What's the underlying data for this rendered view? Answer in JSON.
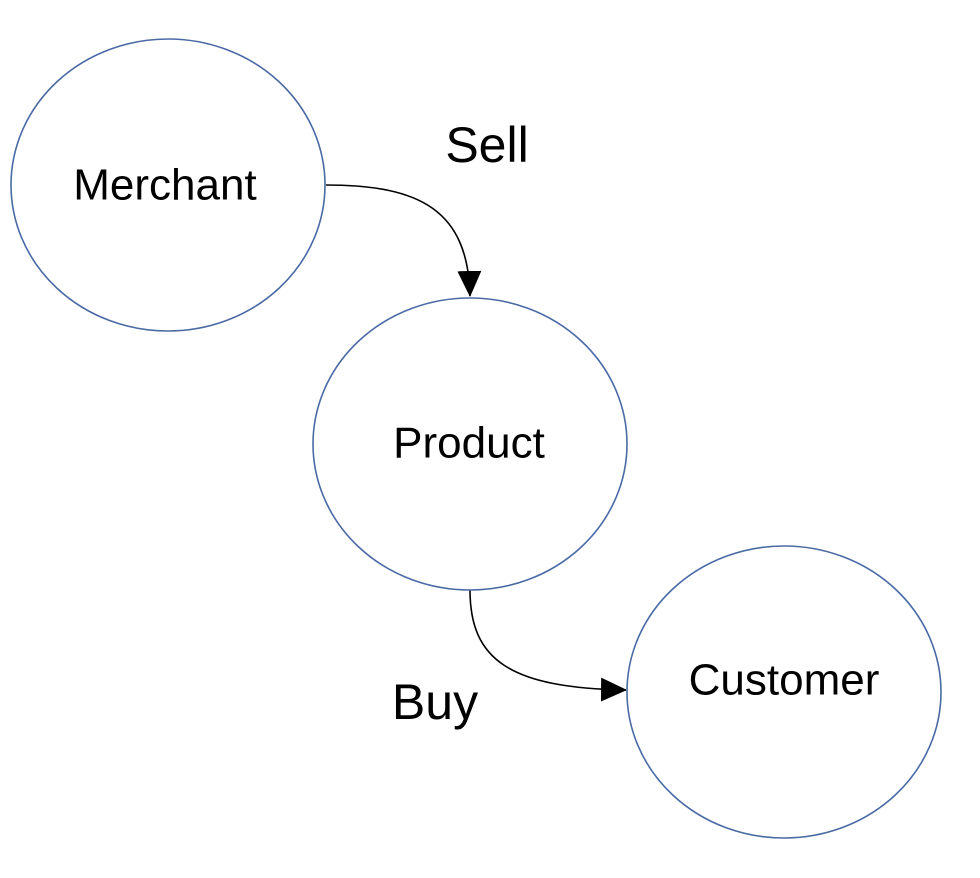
{
  "nodes": {
    "merchant": {
      "label": "Merchant"
    },
    "product": {
      "label": "Product"
    },
    "customer": {
      "label": "Customer"
    }
  },
  "edges": {
    "sell": {
      "label": "Sell",
      "from": "Merchant",
      "to": "Product"
    },
    "buy": {
      "label": "Buy",
      "from": "Product",
      "to": "Customer"
    }
  },
  "colors": {
    "node_stroke": "#4a6aa5",
    "edge_stroke": "#000000",
    "text": "#000000",
    "background": "#ffffff"
  }
}
